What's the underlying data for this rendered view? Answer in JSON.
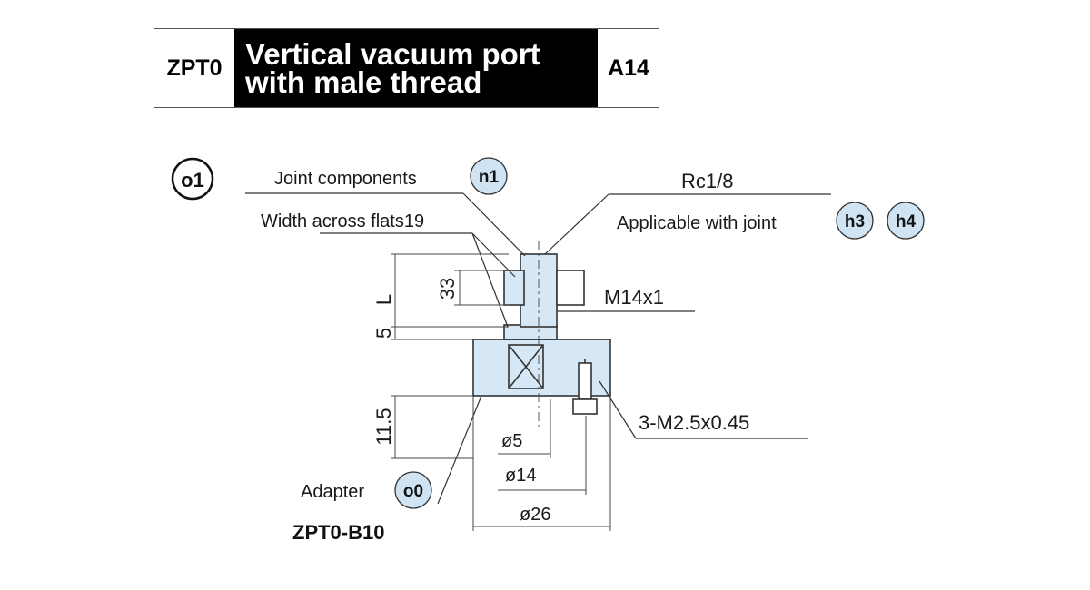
{
  "header": {
    "code": "ZPT0",
    "title_line1": "Vertical vacuum port",
    "title_line2": "with male thread",
    "page": "A14"
  },
  "diagram": {
    "section_badge": "o1",
    "labels": {
      "joint_components": "Joint components",
      "joint_components_badge": "n1",
      "width_across_flats": "Width across flats19",
      "rc": "Rc1/8",
      "applicable_with_joint": "Applicable with joint",
      "joint_badge_1": "h3",
      "joint_badge_2": "h4",
      "thread": "M14x1",
      "screw": "3-M2.5x0.45",
      "adapter": "Adapter",
      "adapter_badge": "o0",
      "part_number": "ZPT0-B10"
    },
    "dimensions": {
      "L": "L",
      "d33": "33",
      "d5": "5",
      "d11_5": "11.5",
      "phi5": "ø5",
      "phi14": "ø14",
      "phi26": "ø26"
    },
    "colors": {
      "part_fill": "#d6e8f5",
      "badge_fill": "#cfe3f3",
      "line": "#333333",
      "header_bg": "#000000"
    }
  }
}
